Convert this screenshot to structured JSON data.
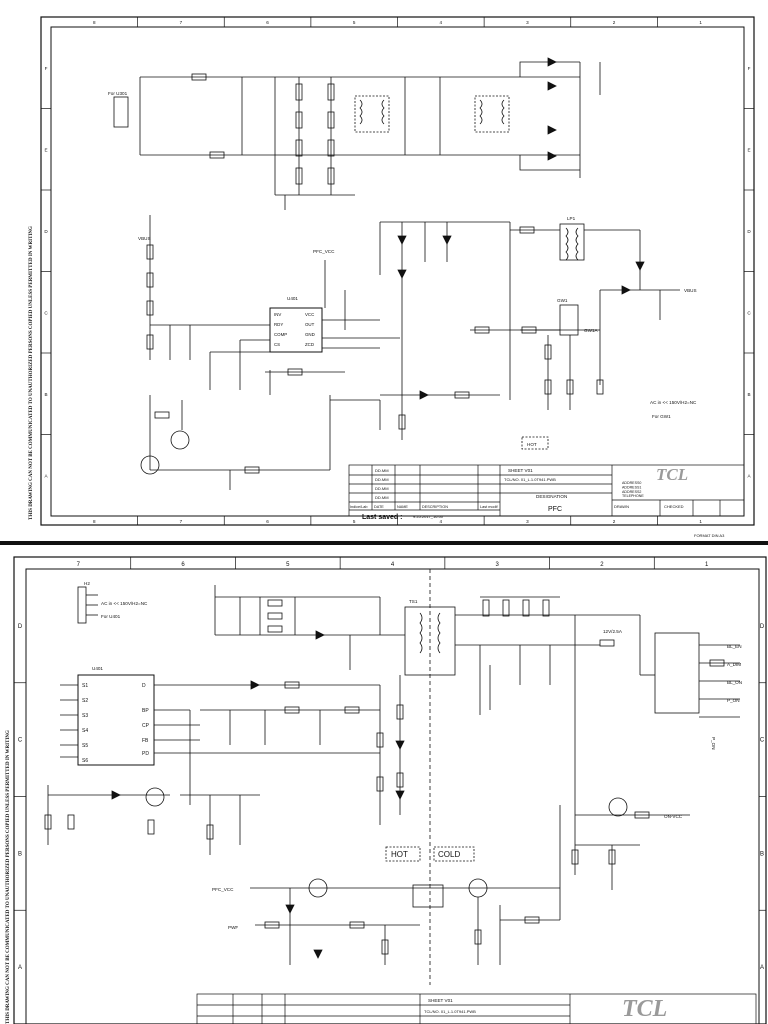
{
  "sheet1": {
    "col_numbers": [
      "8",
      "7",
      "6",
      "5",
      "4",
      "3",
      "2",
      "1"
    ],
    "row_letters": [
      "F",
      "E",
      "D",
      "C",
      "B",
      "A"
    ],
    "side_text": "THIS DRAWING CAN NOT BE COMMUNICATED TO UNAUTHORIZED PERSONS COPIED UNLESS PERMITTED IN WRITING",
    "labels": {
      "vbus_left": "VBUS",
      "pfc_vcc": "PFC_VCC",
      "vbus_right": "VBUS",
      "ac_in": "AC in << 150V/H2=NC",
      "for_u": "For GW1",
      "u_ic": "U401",
      "lp1": "LP1",
      "gw1": "GW1",
      "gw1a": "GW1A",
      "for_u301": "For U301"
    },
    "ic_pins_left": [
      "INV",
      "RDY",
      "COMP",
      "CS"
    ],
    "ic_pins_right": [
      "VCC",
      "OUT",
      "GND",
      "ZCD"
    ],
    "hot_label": "HOT",
    "title_block": {
      "logo": "TCL",
      "designation_label": "DESIGNATION",
      "designation": "PFC",
      "last_saved_label": "Last saved :",
      "last_saved": "9.25.2017_16:00",
      "header_cols": [
        "Indice/Lab",
        "DATE",
        "NAME",
        "DESCRIPTION",
        "Last modif"
      ],
      "address": [
        "ADDRESS0",
        "ADDRESS1",
        "ADDRESS2",
        "TELEPHONE"
      ],
      "drawn": "DRAWN",
      "checked": "CHECKED",
      "format": "FORMAT DIN A3",
      "rev": [
        "DD.MM",
        "DD.MM",
        "DD.MM",
        "DD.MM"
      ],
      "sheet_name": "TCL/NO. 01_L.1.0T941.PWB",
      "model": "SHEET V01"
    }
  },
  "sheet2": {
    "col_numbers": [
      "7",
      "6",
      "5",
      "4",
      "3",
      "2",
      "1"
    ],
    "row_letters": [
      "D",
      "C",
      "B",
      "A"
    ],
    "side_text": "THIS DRAWING CAN NOT BE COMMUNICATED TO UNAUTHORIZED PERSONS COPIED UNLESS PERMITTED IN WRITING",
    "labels": {
      "h2": "H2",
      "ac_in": "AC in << 150V/H2=NC",
      "for_u": "For U401",
      "u_ic": "U401",
      "ts1": "TS1",
      "rel": "12V/2.5A",
      "pfc_vcc": "PFC_VCC",
      "pwr": "PWF",
      "on_vcc": "ON-VCC",
      "p_on": "P_ON"
    },
    "u_pins_left": [
      "S1",
      "S2",
      "S3",
      "S4",
      "S5",
      "S6"
    ],
    "u_pins_right": [
      "D",
      "BP",
      "CP",
      "FB",
      "PD"
    ],
    "conn_labels": [
      "BL_EN",
      "A_DIM",
      "BL_ON",
      "P_ON"
    ],
    "hot_label": "HOT",
    "cold_label": "COLD",
    "title_block": {
      "logo": "TCL",
      "model": "SHEET V01",
      "sheet_name": "TCL/NO. 01_L.1.0T941.PWB"
    }
  }
}
